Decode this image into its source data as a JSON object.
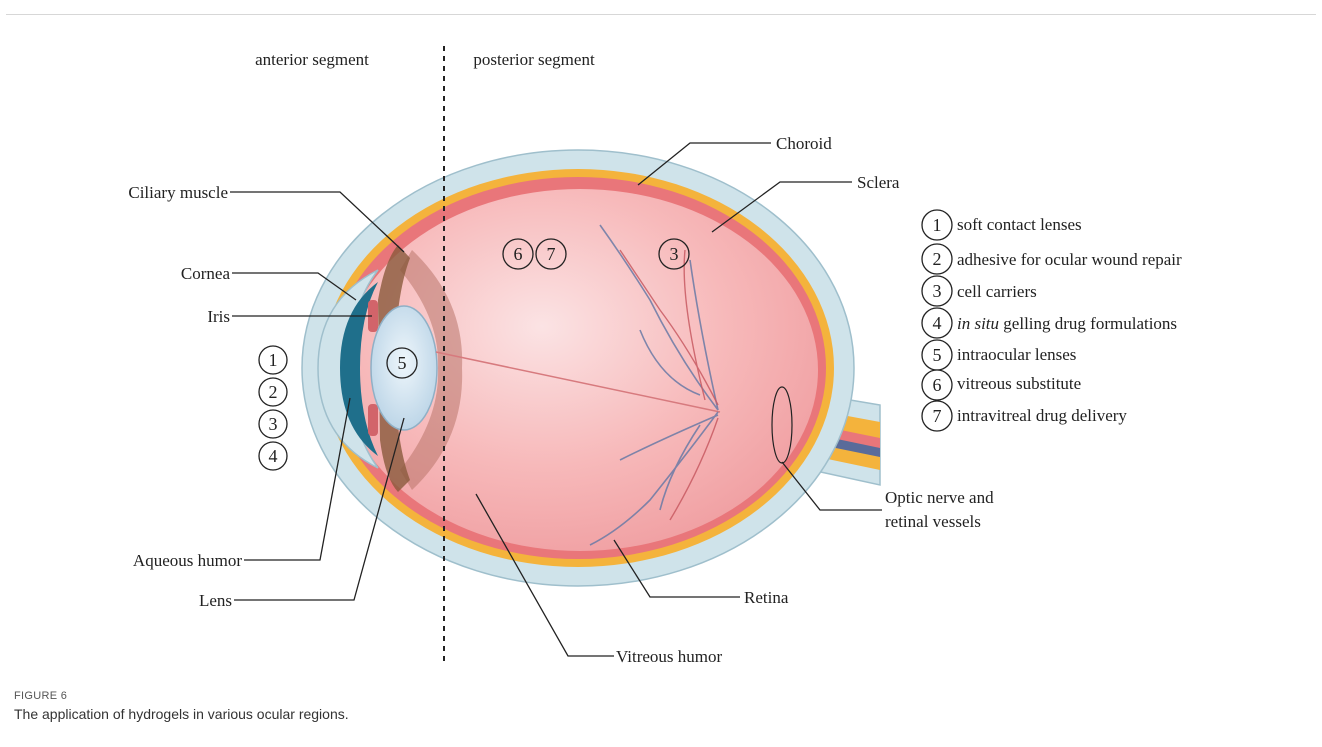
{
  "segments": {
    "anterior": "anterior segment",
    "posterior": "posterior segment"
  },
  "labels": {
    "choroid": "Choroid",
    "sclera": "Sclera",
    "ciliary_muscle": "Ciliary muscle",
    "cornea": "Cornea",
    "iris": "Iris",
    "aqueous_humor": "Aqueous humor",
    "lens": "Lens",
    "vitreous_humor": "Vitreous humor",
    "retina": "Retina",
    "optic_nerve_line1": "Optic nerve and",
    "optic_nerve_line2": "retinal vessels"
  },
  "markers": {
    "anterior": [
      "1",
      "2",
      "3",
      "4"
    ],
    "lens": "5",
    "vitreous": [
      "6",
      "7"
    ],
    "retina": "3"
  },
  "legend": [
    {
      "num": "1",
      "text": "soft contact lenses"
    },
    {
      "num": "2",
      "text": "adhesive for ocular wound repair"
    },
    {
      "num": "3",
      "text": "cell carriers"
    },
    {
      "num": "4",
      "italic": "in situ",
      "text": " gelling drug formulations"
    },
    {
      "num": "5",
      "text": "intraocular lenses"
    },
    {
      "num": "6",
      "text": "vitreous substitute"
    },
    {
      "num": "7",
      "text": "intravitreal drug delivery"
    }
  ],
  "caption": {
    "label": "FIGURE 6",
    "text": "The application of hydrogels in various ocular regions."
  },
  "colors": {
    "sclera": "#cfe3ea",
    "choroid_band": "#f4b33c",
    "retina_band": "#e9767a",
    "vitreous": "#f6b3b4",
    "lens": "#cfe2f0",
    "cornea_dark": "#1f6f8b"
  }
}
